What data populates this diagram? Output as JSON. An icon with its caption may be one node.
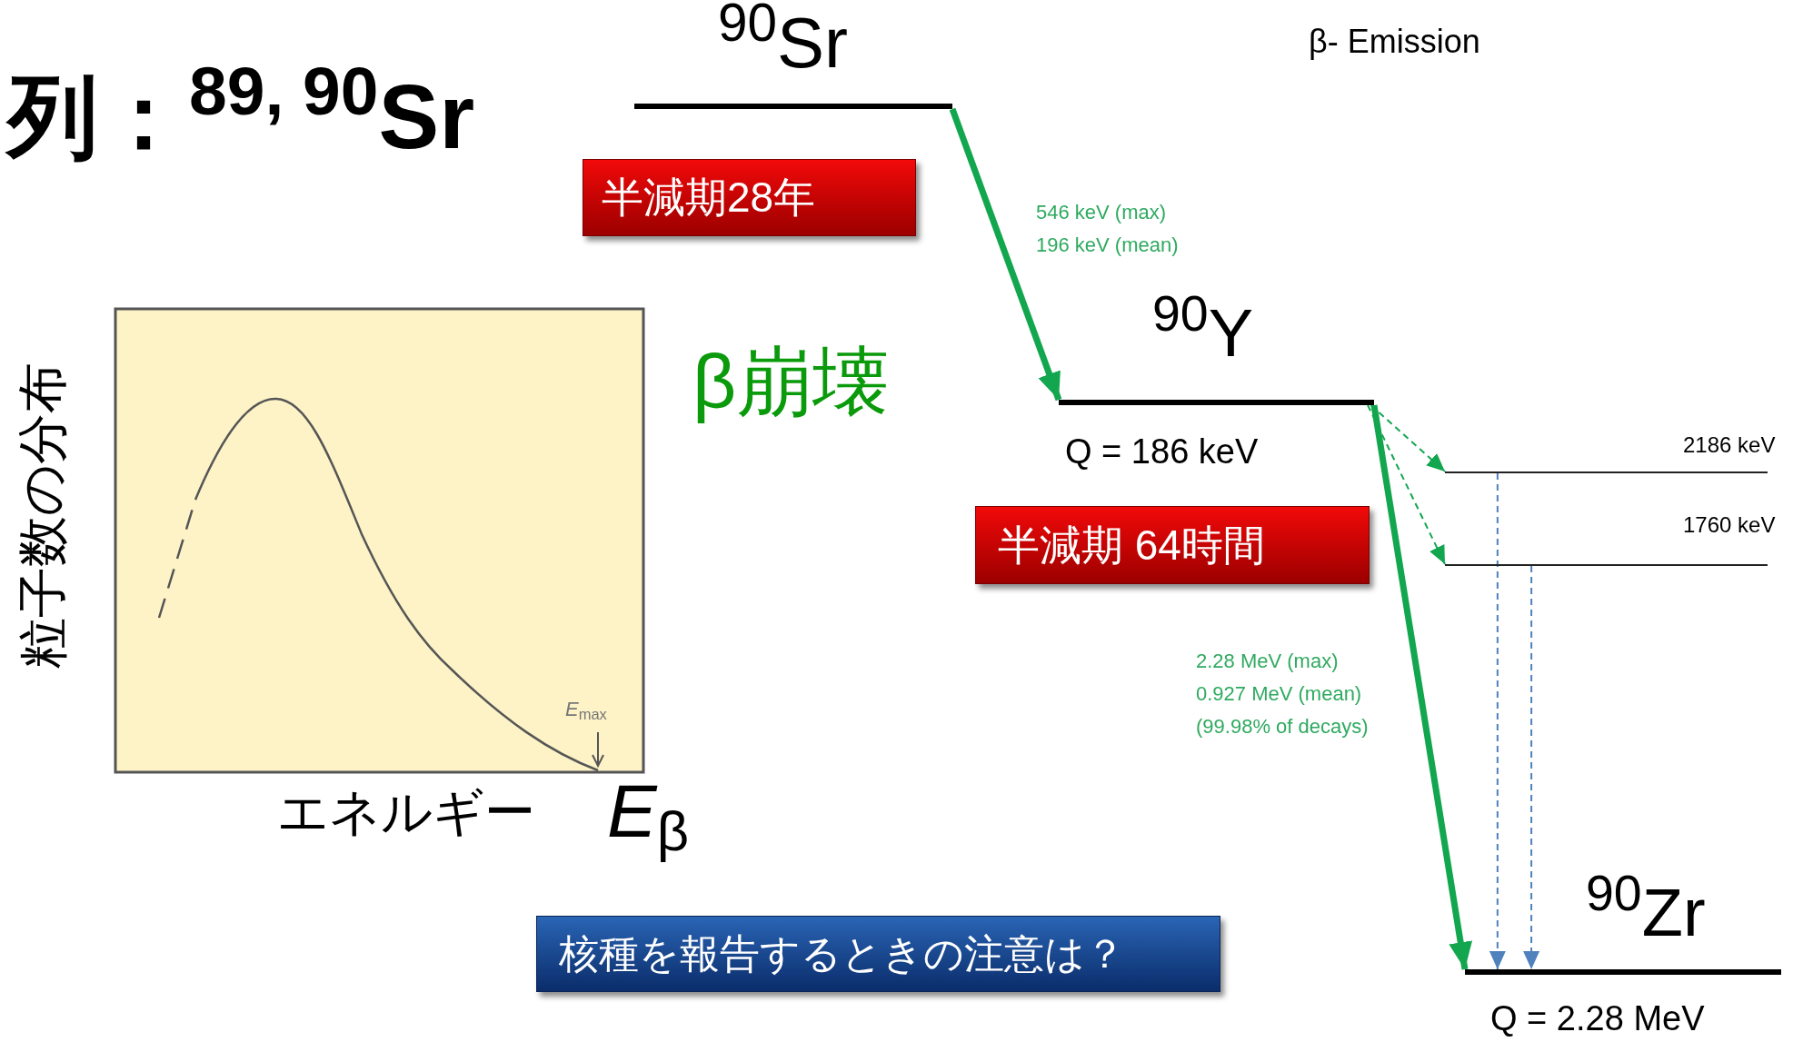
{
  "diagram": {
    "title": "列：$^{89, 90}$Sr",
    "nodes": [
      {
        "text": [],
        "shape": "bar",
        "beside": [
          "$^{90}$Sr"
        ]
      },
      {
        "text": [
          "半減期28年"
        ]
      },
      {
        "text": [],
        "shape": "bar",
        "beside": [
          "$^{90}$Y",
          "Q = 186 keV"
        ]
      },
      {
        "text": [
          "半減期 64時間"
        ]
      },
      {
        "text": [],
        "shape": "bar",
        "beside": [
          "2186 keV"
        ]
      },
      {
        "text": [],
        "shape": "bar",
        "beside": [
          "1760 keV"
        ]
      },
      {
        "text": [],
        "shape": "bar",
        "beside": [
          "$^{90}$Zr",
          "Q = 2.28 MeV"
        ]
      },
      {
        "text": [
          "核種を報告するときの注意は？"
        ]
      }
    ],
    "edges": [
      {
        "from": 0,
        "to": 2,
        "arrow": "to",
        "label": "546 keV (max) 196 keV (mean)",
        "style": "thick"
      },
      {
        "from": 2,
        "to": 6,
        "arrow": "to",
        "label": "2.28 MeV (max) 0.927 MeV (mean) (99.98% of decays)",
        "style": "thick"
      },
      {
        "from": 2,
        "to": 4,
        "arrow": "to",
        "style": "dashed"
      },
      {
        "from": 2,
        "to": 5,
        "arrow": "to",
        "style": "dashed"
      },
      {
        "from": 4,
        "to": 6,
        "arrow": "to",
        "style": "dashed",
        "color": "#4f81bd"
      },
      {
        "from": 5,
        "to": 6,
        "arrow": "to",
        "style": "dashed",
        "color": "#4f81bd"
      }
    ],
    "labels": [
      "β- Emission",
      "β崩壊",
      "粒子数の分布",
      "*E*$_{max}$",
      "エネルギー",
      "*E*$_{β}$"
    ]
  }
}
